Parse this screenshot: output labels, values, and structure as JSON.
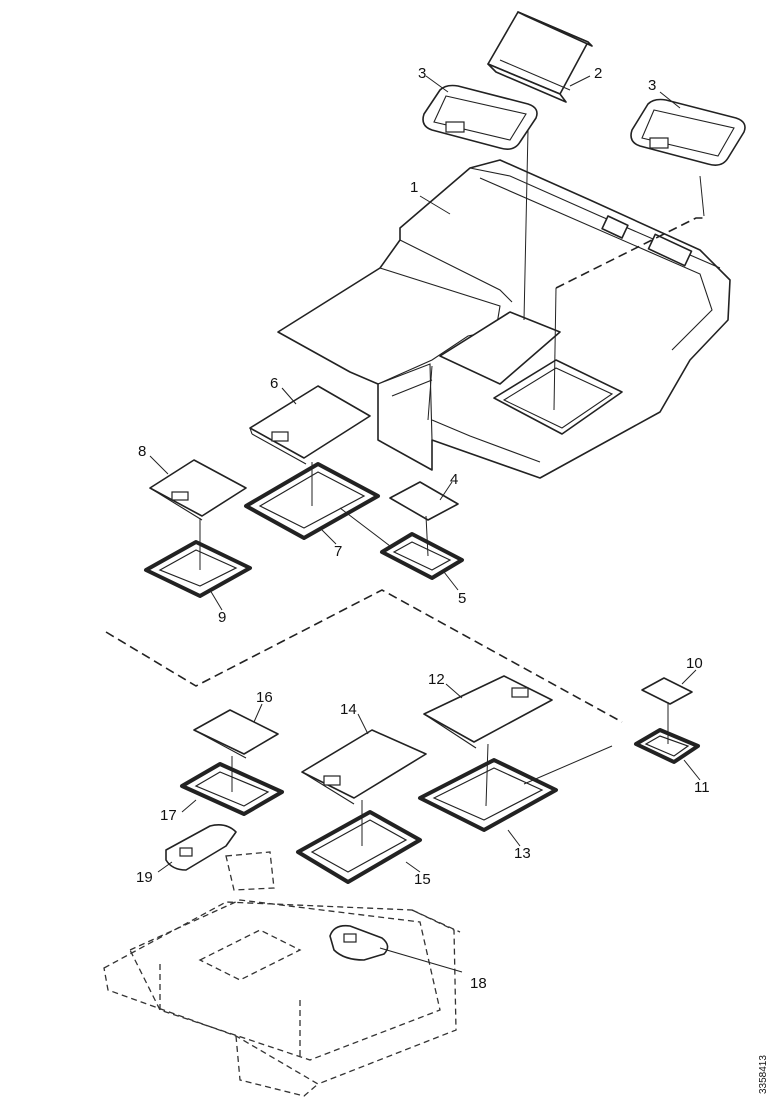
{
  "figure": {
    "reference_code": "3358413",
    "callouts": [
      "1",
      "2",
      "3",
      "3",
      "4",
      "5",
      "6",
      "7",
      "8",
      "9",
      "10",
      "11",
      "12",
      "13",
      "14",
      "15",
      "16",
      "17",
      "18",
      "19"
    ]
  }
}
